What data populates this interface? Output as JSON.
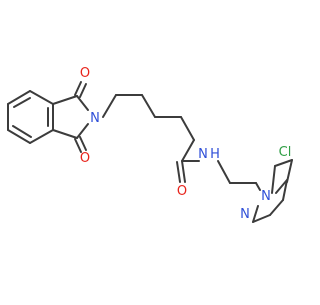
{
  "molecule": {
    "atoms": {
      "o_top": "O",
      "o_bottom": "O",
      "n_imide": "N",
      "o_amide": "O",
      "nh_amide": "N",
      "h_amide": "H",
      "n_pyrazole_1": "N",
      "n_pyrazole_2": "N",
      "cl": "Cl"
    }
  },
  "colors": {
    "bond": "#3c3c3c",
    "oxygen": "#e8231b",
    "nitrogen": "#2f4fd8",
    "chlorine": "#2f9e44"
  }
}
